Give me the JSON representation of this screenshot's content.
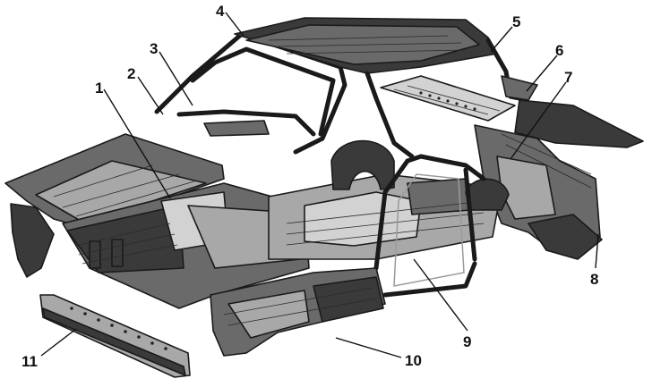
{
  "figure": {
    "callouts": [
      {
        "id": "c1",
        "label": "1"
      },
      {
        "id": "c2",
        "label": "2"
      },
      {
        "id": "c3",
        "label": "3"
      },
      {
        "id": "c4",
        "label": "4"
      },
      {
        "id": "c5",
        "label": "5"
      },
      {
        "id": "c6",
        "label": "6"
      },
      {
        "id": "c7",
        "label": "7"
      },
      {
        "id": "c8",
        "label": "8"
      },
      {
        "id": "c9",
        "label": "9"
      },
      {
        "id": "c10",
        "label": "10"
      },
      {
        "id": "c11",
        "label": "11"
      }
    ]
  }
}
